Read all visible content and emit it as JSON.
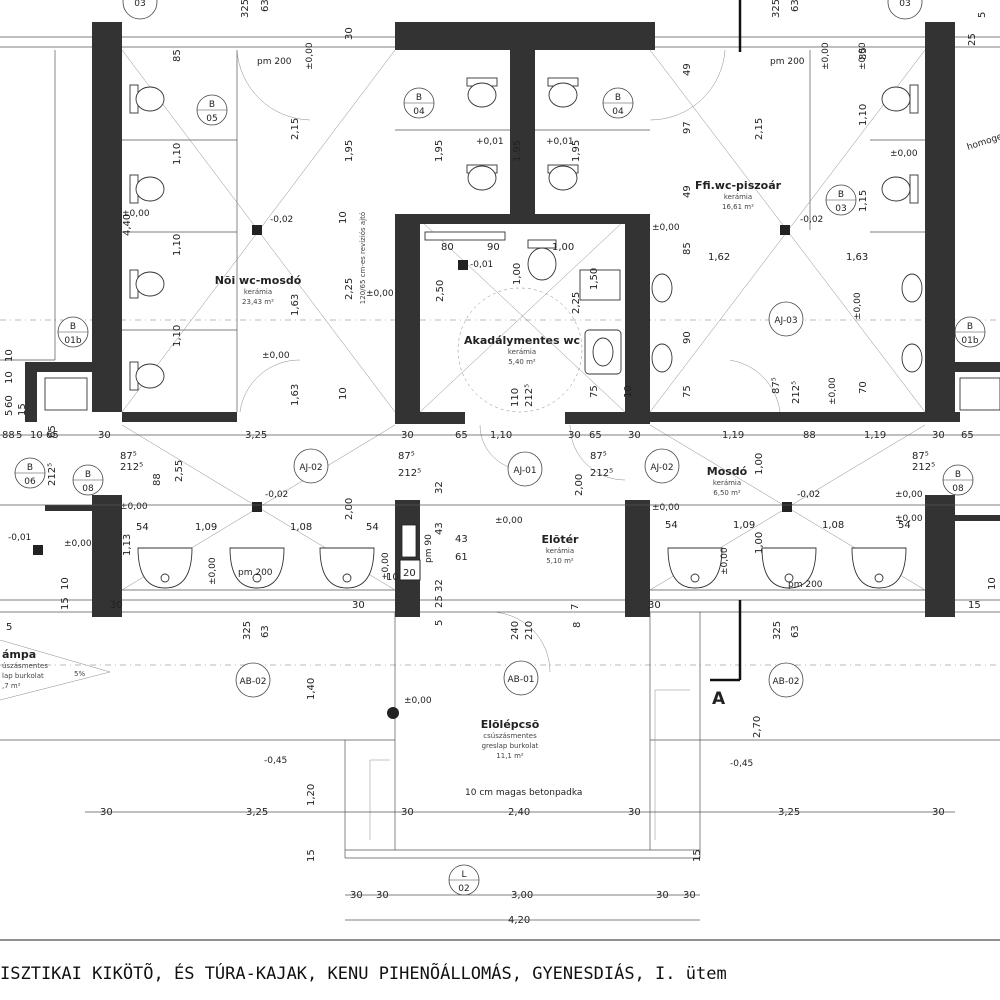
{
  "bottom_title": "ISZTIKAI KIKÖTÕ, ÉS TÚRA-KAJAK, KENU PIHENÕÁLLOMÁS, GYENESDIÁS, I. ütem",
  "rooms": {
    "women": {
      "name": "Nõi wc-mosdó",
      "material": "kerámia",
      "area": "23,43 m²"
    },
    "men": {
      "name": "Ffi.wc-piszoár",
      "material": "kerámia",
      "area": "16,61 m²"
    },
    "accessible": {
      "name": "Akadálymentes wc",
      "material": "kerámia",
      "area": "5,40 m²"
    },
    "washroom": {
      "name": "Mosdó",
      "material": "kerámia",
      "area": "6,50 m²"
    },
    "lobby": {
      "name": "Elõtér",
      "material": "kerámia",
      "area": "5,10 m²"
    },
    "entrance": {
      "name": "Elõlépcsõ",
      "material1": "csúszásmentes",
      "material2": "greslap burkolat",
      "area": "11,1 m²"
    },
    "ramp": {
      "name": "ámpa",
      "material1": "úszásmentes",
      "material2": "lap burkolat",
      "area": ",7 m²",
      "slope": "5%"
    }
  },
  "notes": {
    "revision": "120/65 cm-es revíziós ajtó",
    "bench": "10 cm magas betonpadka",
    "homog": "homoge",
    "section_letter": "A"
  },
  "tags": [
    {
      "id": "b05",
      "top": "B",
      "bottom": "05"
    },
    {
      "id": "b04a",
      "top": "B",
      "bottom": "04"
    },
    {
      "id": "b04b",
      "top": "B",
      "bottom": "04"
    },
    {
      "id": "b03",
      "top": "B",
      "bottom": "03"
    },
    {
      "id": "b01a",
      "top": "B",
      "bottom": "01b"
    },
    {
      "id": "b01b",
      "top": "B",
      "bottom": "01b"
    },
    {
      "id": "b06",
      "top": "B",
      "bottom": "06"
    },
    {
      "id": "b08a",
      "top": "B",
      "bottom": "08"
    },
    {
      "id": "b08b",
      "top": "B",
      "bottom": "08"
    },
    {
      "id": "l02",
      "top": "L",
      "bottom": "02"
    }
  ],
  "door_tags": [
    {
      "id": "aj01",
      "label": "AJ-01"
    },
    {
      "id": "aj02a",
      "label": "AJ-02"
    },
    {
      "id": "aj02b",
      "label": "AJ-02"
    },
    {
      "id": "aj03",
      "label": "AJ-03"
    },
    {
      "id": "ab01",
      "label": "AB-01"
    },
    {
      "id": "ab02a",
      "label": "AB-02"
    },
    {
      "id": "ab02b",
      "label": "AB-02"
    },
    {
      "id": "top03a",
      "label": "03"
    },
    {
      "id": "top03b",
      "label": "03"
    }
  ],
  "levels": [
    {
      "id": "l1",
      "text": "±0,00"
    },
    {
      "id": "l2",
      "text": "±0,00"
    },
    {
      "id": "l3",
      "text": "±0,00"
    },
    {
      "id": "l4",
      "text": "±0,00"
    },
    {
      "id": "l5",
      "text": "±0,00"
    },
    {
      "id": "l6",
      "text": "±0,00"
    },
    {
      "id": "l7",
      "text": "±0,00"
    },
    {
      "id": "l8",
      "text": "±0,00"
    },
    {
      "id": "l9",
      "text": "±0,00"
    },
    {
      "id": "l10",
      "text": "±0,00"
    },
    {
      "id": "l11",
      "text": "±0,00"
    },
    {
      "id": "l12",
      "text": "±0,00"
    },
    {
      "id": "l13",
      "text": "±0,00"
    },
    {
      "id": "l14",
      "text": "±0,00"
    },
    {
      "id": "l15",
      "text": "±0,00"
    },
    {
      "id": "l16",
      "text": "±0,00"
    },
    {
      "id": "l17",
      "text": "±0,00"
    },
    {
      "id": "l18",
      "text": "±0,00"
    },
    {
      "id": "l19",
      "text": "±0,00"
    },
    {
      "id": "l20",
      "text": "±0,00"
    },
    {
      "id": "m1",
      "text": "-0,02"
    },
    {
      "id": "m2",
      "text": "-0,02"
    },
    {
      "id": "m3",
      "text": "-0,02"
    },
    {
      "id": "m4",
      "text": "-0,02"
    },
    {
      "id": "m5",
      "text": "-0,01"
    },
    {
      "id": "m6",
      "text": "-0,01"
    },
    {
      "id": "p1",
      "text": "+0,01"
    },
    {
      "id": "p2",
      "text": "+0,01"
    },
    {
      "id": "n1",
      "text": "-0,45"
    },
    {
      "id": "n2",
      "text": "-0,45"
    },
    {
      "id": "pm1",
      "text": "pm 200"
    },
    {
      "id": "pm2",
      "text": "pm 200"
    },
    {
      "id": "pm3",
      "text": "pm 200"
    },
    {
      "id": "pm4",
      "text": "pm 200"
    },
    {
      "id": "pm5",
      "text": "pm 90"
    }
  ],
  "dims": [
    {
      "id": "d1",
      "text": "325"
    },
    {
      "id": "d2",
      "text": "63"
    },
    {
      "id": "d3",
      "text": "30"
    },
    {
      "id": "d4",
      "text": "325"
    },
    {
      "id": "d5",
      "text": "63"
    },
    {
      "id": "d6",
      "text": "85"
    },
    {
      "id": "d7",
      "text": "2,15"
    },
    {
      "id": "d8",
      "text": "1,10"
    },
    {
      "id": "d9",
      "text": "4,40"
    },
    {
      "id": "d10",
      "text": "1,10"
    },
    {
      "id": "d11",
      "text": "1,10"
    },
    {
      "id": "d12",
      "text": "1,63"
    },
    {
      "id": "d13",
      "text": "1,63"
    },
    {
      "id": "d14",
      "text": "1,95"
    },
    {
      "id": "d15",
      "text": "1,95"
    },
    {
      "id": "d16",
      "text": "1,95"
    },
    {
      "id": "d17",
      "text": "1,95"
    },
    {
      "id": "d18",
      "text": "10"
    },
    {
      "id": "d19",
      "text": "2,25"
    },
    {
      "id": "d20",
      "text": "10"
    },
    {
      "id": "d21",
      "text": "80"
    },
    {
      "id": "d22",
      "text": "90"
    },
    {
      "id": "d23",
      "text": "1,00"
    },
    {
      "id": "d24",
      "text": "2,50"
    },
    {
      "id": "d25",
      "text": "1,00"
    },
    {
      "id": "d26",
      "text": "2,25"
    },
    {
      "id": "d27",
      "text": "1,50"
    },
    {
      "id": "d28",
      "text": "110"
    },
    {
      "id": "d29",
      "text": "212⁵"
    },
    {
      "id": "d30",
      "text": "75"
    },
    {
      "id": "d31",
      "text": "10"
    },
    {
      "id": "d32",
      "text": "49"
    },
    {
      "id": "d33",
      "text": "97"
    },
    {
      "id": "d34",
      "text": "49"
    },
    {
      "id": "d35",
      "text": "85"
    },
    {
      "id": "d36",
      "text": "90"
    },
    {
      "id": "d37",
      "text": "75"
    },
    {
      "id": "d38",
      "text": "2,15"
    },
    {
      "id": "d39",
      "text": "1,62"
    },
    {
      "id": "d40",
      "text": "1,63"
    },
    {
      "id": "d41",
      "text": "1,10"
    },
    {
      "id": "d42",
      "text": "1,15"
    },
    {
      "id": "d43",
      "text": "85"
    },
    {
      "id": "d44",
      "text": "70"
    },
    {
      "id": "d45",
      "text": "87⁵"
    },
    {
      "id": "d46",
      "text": "212⁵"
    },
    {
      "id": "d47",
      "text": "25"
    },
    {
      "id": "d48",
      "text": "5"
    },
    {
      "id": "e1",
      "text": "88"
    },
    {
      "id": "e2",
      "text": "5"
    },
    {
      "id": "e3",
      "text": "10"
    },
    {
      "id": "e4",
      "text": "65"
    },
    {
      "id": "e5",
      "text": "30"
    },
    {
      "id": "e6",
      "text": "3,25"
    },
    {
      "id": "e7",
      "text": "30"
    },
    {
      "id": "e8",
      "text": "65"
    },
    {
      "id": "e9",
      "text": "1,10"
    },
    {
      "id": "e10",
      "text": "30"
    },
    {
      "id": "e11",
      "text": "65"
    },
    {
      "id": "e12",
      "text": "30"
    },
    {
      "id": "e13",
      "text": "1,19"
    },
    {
      "id": "e14",
      "text": "88"
    },
    {
      "id": "e15",
      "text": "1,19"
    },
    {
      "id": "e16",
      "text": "30"
    },
    {
      "id": "e17",
      "text": "65"
    },
    {
      "id": "f1",
      "text": "87⁵"
    },
    {
      "id": "f2",
      "text": "212⁵"
    },
    {
      "id": "f3",
      "text": "87⁵"
    },
    {
      "id": "f4",
      "text": "212⁵"
    },
    {
      "id": "f5",
      "text": "87⁵"
    },
    {
      "id": "f6",
      "text": "212⁵"
    },
    {
      "id": "f7",
      "text": "87⁵"
    },
    {
      "id": "f8",
      "text": "212⁵"
    },
    {
      "id": "f9",
      "text": "212⁵"
    },
    {
      "id": "f10",
      "text": "65"
    },
    {
      "id": "g1",
      "text": "88"
    },
    {
      "id": "g2",
      "text": "2,55"
    },
    {
      "id": "g3",
      "text": "54"
    },
    {
      "id": "g4",
      "text": "1,09"
    },
    {
      "id": "g5",
      "text": "1,08"
    },
    {
      "id": "g6",
      "text": "54"
    },
    {
      "id": "g7",
      "text": "2,00"
    },
    {
      "id": "g8",
      "text": "43"
    },
    {
      "id": "g9",
      "text": "61"
    },
    {
      "id": "g10",
      "text": "32"
    },
    {
      "id": "g11",
      "text": "43"
    },
    {
      "id": "g12",
      "text": "32"
    },
    {
      "id": "g13",
      "text": "2,00"
    },
    {
      "id": "g14",
      "text": "1,00"
    },
    {
      "id": "g15",
      "text": "1,00"
    },
    {
      "id": "g16",
      "text": "54"
    },
    {
      "id": "g17",
      "text": "1,09"
    },
    {
      "id": "g18",
      "text": "1,08"
    },
    {
      "id": "g19",
      "text": "54"
    },
    {
      "id": "g20",
      "text": "1,13"
    },
    {
      "id": "g21",
      "text": "10"
    },
    {
      "id": "g22",
      "text": "10"
    },
    {
      "id": "g23",
      "text": "20"
    },
    {
      "id": "g24",
      "text": "10"
    },
    {
      "id": "h1",
      "text": "15"
    },
    {
      "id": "h2",
      "text": "5"
    },
    {
      "id": "h3",
      "text": "30"
    },
    {
      "id": "h4",
      "text": "30"
    },
    {
      "id": "h5",
      "text": "5"
    },
    {
      "id": "h6",
      "text": "25"
    },
    {
      "id": "h7",
      "text": "8"
    },
    {
      "id": "h8",
      "text": "7"
    },
    {
      "id": "h9",
      "text": "30"
    },
    {
      "id": "h10",
      "text": "15"
    },
    {
      "id": "h11",
      "text": "5"
    },
    {
      "id": "h12",
      "text": "10"
    },
    {
      "id": "h13",
      "text": "60"
    },
    {
      "id": "h14",
      "text": "10"
    },
    {
      "id": "h15",
      "text": "15"
    },
    {
      "id": "k1",
      "text": "325"
    },
    {
      "id": "k2",
      "text": "63"
    },
    {
      "id": "k3",
      "text": "240"
    },
    {
      "id": "k4",
      "text": "210"
    },
    {
      "id": "k5",
      "text": "325"
    },
    {
      "id": "k6",
      "text": "63"
    },
    {
      "id": "k7",
      "text": "1,40"
    },
    {
      "id": "k8",
      "text": "1,20"
    },
    {
      "id": "k9",
      "text": "2,70"
    },
    {
      "id": "r1",
      "text": "30"
    },
    {
      "id": "r2",
      "text": "3,25"
    },
    {
      "id": "r3",
      "text": "30"
    },
    {
      "id": "r4",
      "text": "2,40"
    },
    {
      "id": "r5",
      "text": "30"
    },
    {
      "id": "r6",
      "text": "3,25"
    },
    {
      "id": "r7",
      "text": "30"
    },
    {
      "id": "r8",
      "text": "15"
    },
    {
      "id": "r9",
      "text": "15"
    },
    {
      "id": "s1",
      "text": "30"
    },
    {
      "id": "s2",
      "text": "30"
    },
    {
      "id": "s3",
      "text": "3,00"
    },
    {
      "id": "s4",
      "text": "30"
    },
    {
      "id": "s5",
      "text": "30"
    },
    {
      "id": "s6",
      "text": "4,20"
    }
  ]
}
